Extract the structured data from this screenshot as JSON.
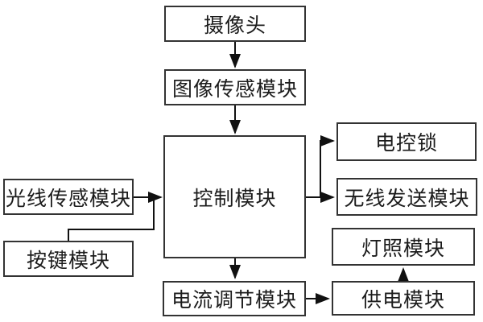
{
  "diagram": {
    "nodes": {
      "camera": {
        "label": "摄像头"
      },
      "image_sensor": {
        "label": "图像传感模块"
      },
      "control": {
        "label": "控制模块"
      },
      "light_sensor": {
        "label": "光线传感模块"
      },
      "button": {
        "label": "按键模块"
      },
      "electric_lock": {
        "label": "电控锁"
      },
      "wireless_tx": {
        "label": "无线发送模块"
      },
      "lighting": {
        "label": "灯照模块"
      },
      "power": {
        "label": "供电模块"
      },
      "current_reg": {
        "label": "电流调节模块"
      }
    },
    "edges": [
      {
        "from": "camera",
        "to": "image_sensor"
      },
      {
        "from": "image_sensor",
        "to": "control"
      },
      {
        "from": "light_sensor",
        "to": "control"
      },
      {
        "from": "button",
        "to": "control"
      },
      {
        "from": "control",
        "to": "electric_lock"
      },
      {
        "from": "control",
        "to": "wireless_tx"
      },
      {
        "from": "control",
        "to": "current_reg"
      },
      {
        "from": "current_reg",
        "to": "power"
      },
      {
        "from": "power",
        "to": "lighting"
      }
    ],
    "colors": {
      "background": "#ffffff",
      "box_border": "#333333",
      "box_fill": "#ffffff",
      "text": "#1b1b1b",
      "arrow": "#111111"
    }
  }
}
